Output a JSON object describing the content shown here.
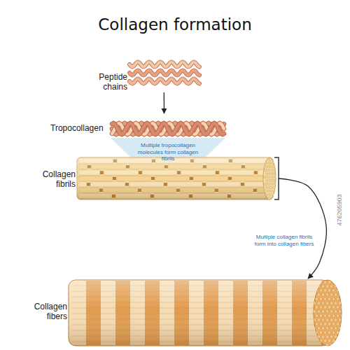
{
  "diagram": {
    "title": "Collagen formation",
    "nodes": [
      {
        "text": [
          "Peptide chains"
        ]
      },
      {
        "text": [
          "Tropocollagen"
        ]
      },
      {
        "text": [
          "Collagen fibrils"
        ]
      },
      {
        "text": [
          "Collagen fibers"
        ]
      }
    ],
    "edges": [
      {
        "from": 0,
        "to": 1,
        "arrow": "to"
      },
      {
        "from": 2,
        "to": 3,
        "label": "Multiple collagen fibrils form into collagen fibers",
        "arrow": "to"
      }
    ],
    "labels": [
      "Multiple tropocollagen molecules form collagen fibrils",
      "476205903"
    ]
  }
}
